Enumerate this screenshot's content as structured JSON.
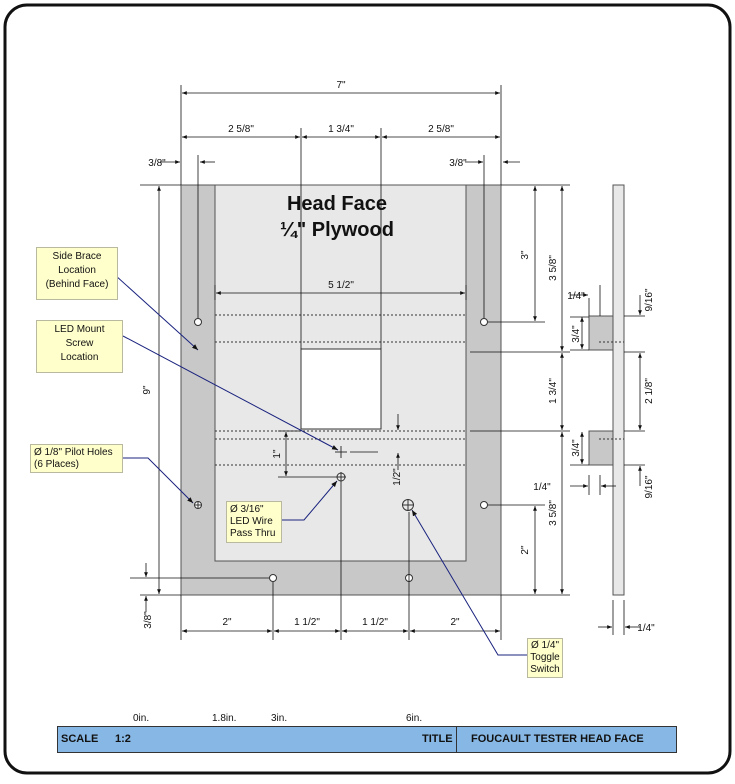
{
  "drawing": {
    "title_line1": "Head Face",
    "title_line2": "¼\" Plywood",
    "dims": {
      "overall_width": "7\"",
      "top_left_seg": "2 5/8\"",
      "top_mid_seg": "1 3/4\"",
      "top_right_seg": "2 5/8\"",
      "left_inset": "3/8\"",
      "right_inset": "3/8\"",
      "inner_width": "5 1/2\"",
      "overall_height": "9\"",
      "right_top_3": "3\"",
      "right_top_3_5_8": "3 5/8\"",
      "right_mid_1_3_4": "1 3/4\"",
      "right_bottom_3_5_8": "3 5/8\"",
      "right_bottom_2": "2\"",
      "bottom_left_3_8": "3/8\"",
      "one_inch": "1\"",
      "half_inch": "1/2\"",
      "bottom_seg_1": "2\"",
      "bottom_seg_2": "1 1/2\"",
      "bottom_seg_3": "1 1/2\"",
      "bottom_seg_4": "2\"",
      "side_quarter_top": "1/4\"",
      "side_9_16_top": "9/16\"",
      "side_3_4_top": "3/4\"",
      "side_2_1_8": "2 1/8\"",
      "side_3_4_bottom": "3/4\"",
      "side_quarter_mid": "1/4\"",
      "side_9_16_bottom": "9/16\"",
      "side_quarter_bottom": "1/4\""
    }
  },
  "callouts": {
    "side_brace": [
      "Side Brace",
      "Location",
      "(Behind Face)"
    ],
    "led_mount": [
      "LED Mount",
      "Screw",
      "Location"
    ],
    "pilot_holes": [
      "Ø 1/8\" Pilot Holes",
      "(6 Places)"
    ],
    "led_wire": [
      "Ø 3/16\"",
      "LED Wire",
      "Pass Thru"
    ],
    "toggle": [
      "Ø 1/4\"",
      "Toggle",
      "Switch"
    ]
  },
  "titlebar": {
    "scale_label": "SCALE",
    "scale_value": "1:2",
    "title_label": "TITLE",
    "title_value": "FOUCAULT TESTER HEAD FACE",
    "ticks": [
      "0in.",
      "1.8in.",
      "3in.",
      "6in."
    ]
  },
  "colors": {
    "brace": "#c8c8c8",
    "face": "#e8e8e8",
    "callout_bg": "#ffffcc",
    "titlebar_bg": "#87b7e4"
  }
}
